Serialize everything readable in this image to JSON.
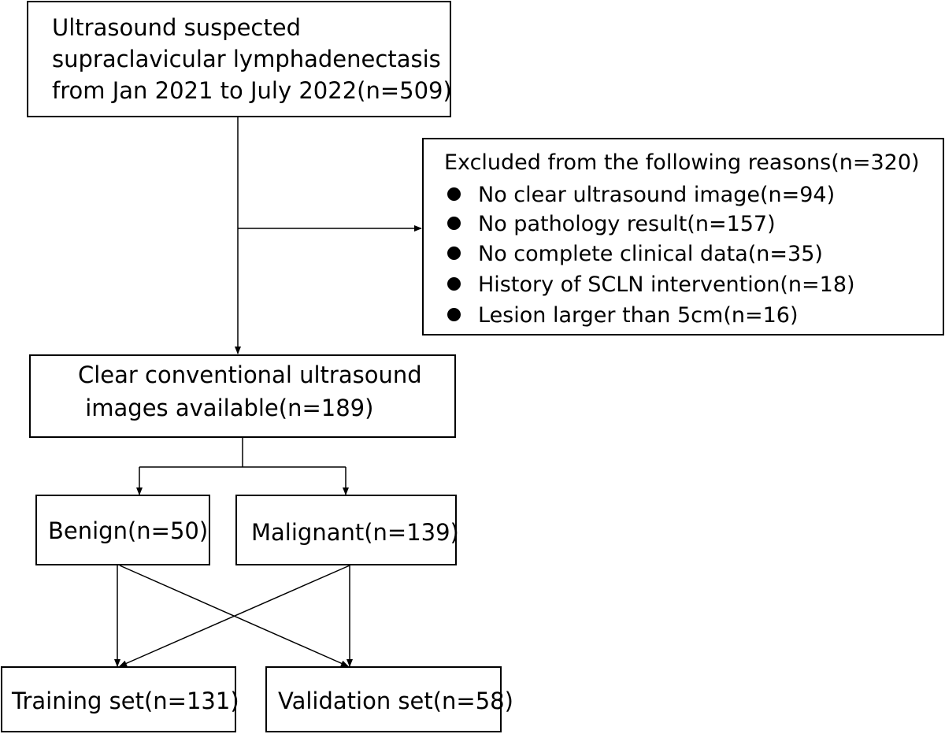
{
  "start": {
    "lines": [
      "Ultrasound suspected",
      "supraclavicular lymphadenectasis",
      "from Jan 2021 to July 2022(n=509)"
    ]
  },
  "excluded": {
    "title": "Excluded from the following reasons(n=320)",
    "reasons": [
      "No clear ultrasound image(n=94)",
      "No pathology result(n=157)",
      "No complete clinical data(n=35)",
      "History of SCLN intervention(n=18)",
      "Lesion larger than 5cm(n=16)"
    ]
  },
  "clear": {
    "lines": [
      "Clear conventional ultrasound",
      " images available(n=189)"
    ]
  },
  "benign": {
    "label": "Benign(n=50)"
  },
  "malignant": {
    "label": "Malignant(n=139)"
  },
  "training": {
    "label": "Training set(n=131)"
  },
  "validation": {
    "label": "Validation set(n=58)"
  }
}
